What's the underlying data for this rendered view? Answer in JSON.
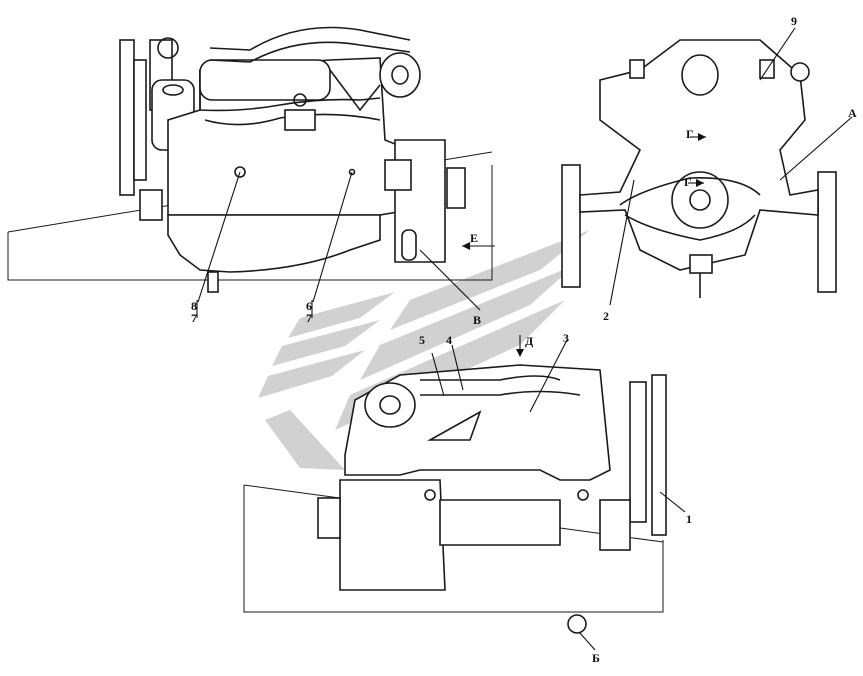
{
  "diagram": {
    "callouts": {
      "n1": "1",
      "n2": "2",
      "n3": "3",
      "n4": "4",
      "n5": "5",
      "n6": "6",
      "n7a": "7",
      "n7b": "7",
      "n8": "8",
      "n9": "9",
      "A": "А",
      "B": "Б",
      "V": "В",
      "G1": "Г",
      "G2": "Г",
      "D": "Д",
      "E": "Е"
    }
  },
  "colors": {
    "line": "#1a1a1a",
    "watermark": "#c9c9c9",
    "background": "#ffffff"
  }
}
